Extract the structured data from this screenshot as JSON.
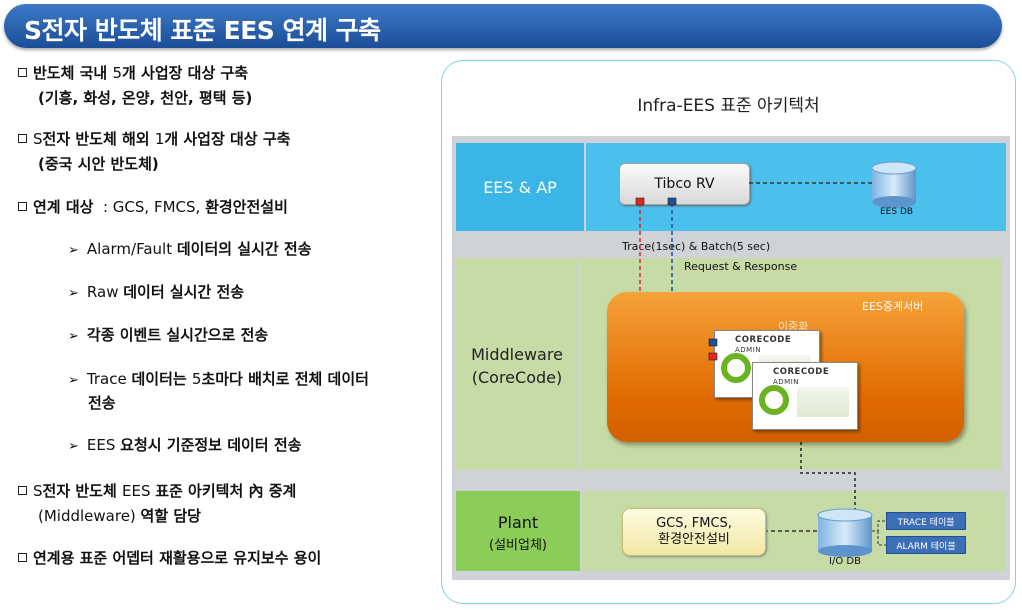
{
  "title": "S전자 반도체 표준 EES 연계 구축",
  "bullets": {
    "b1_line1_bold": "반도체 국내 ",
    "b1_line1_num": "5",
    "b1_line1_rest": "개 사업장 대상 구축",
    "b1_line2": "(기흥, 화성, 온양, 천안, 평택 등)",
    "b2_pre": "S",
    "b2_bold": "전자 반도체 해외 ",
    "b2_num": "1",
    "b2_rest": "개 사업장 대상 구축",
    "b2_line2": "(중국 시안 반도체)",
    "b3_bold": "연계 대상",
    "b3_plain": "  : GCS, FMCS, ",
    "b3_bold2": "환경안전설비",
    "s1_plain": "Alarm/Fault ",
    "s1_bold": "데이터의 실시간 전송",
    "s2_plain": "Raw ",
    "s2_bold": "데이터 실시간 전송",
    "s3_bold": "각종 이벤트 실시간으로 전송",
    "s4_plain": "Trace ",
    "s4_bold": "데이터는 ",
    "s4_num": "5",
    "s4_bold2": "초마다 배치로 전체 데이터",
    "s4_line2": "전송",
    "s5_plain": "EES ",
    "s5_bold": "요청시 기준정보 데이터 전송",
    "b4_pre": "S",
    "b4_bold": "전자 반도체 ",
    "b4_plain": "EES ",
    "b4_bold2": "표준 아키텍처 內 중계",
    "b4_line2_plain": "(Middleware) ",
    "b4_line2_bold": "역할 담당",
    "b5_bold": "연계용 표준 어뎁터 재활용으로 유지보수 용이"
  },
  "diagram": {
    "title": "Infra-EES 표준 아키텍처",
    "ees_label": "EES & AP",
    "tibco_label": "Tibco RV",
    "ees_db_label": "EES DB",
    "trace_label": "Trace(1sec) & Batch(5 sec)",
    "request_label": "Request & Response",
    "middleware_label": "Middleware",
    "corecode_label": "(CoreCode)",
    "relay_server_label": "EES중계서버",
    "redundancy_label": "이중화",
    "card_brand": "CORECODE",
    "card_admin": "ADMIN",
    "plant_label": "Plant",
    "plant_sub": "(설비업체)",
    "plant_box_line1": "GCS, FMCS,",
    "plant_box_line2": "환경안전설비",
    "io_db_label": "I/O DB",
    "trace_table": "TRACE 테이블",
    "alarm_table": "ALARM 테이블"
  },
  "colors": {
    "title_bar": "#2a63b0",
    "ees_band": "#3ab5e6",
    "middleware_band": "#c6dba5",
    "plant_label_band": "#8ccc58",
    "relay_server": "#e8790f",
    "table_badge": "#3c6fb8"
  }
}
